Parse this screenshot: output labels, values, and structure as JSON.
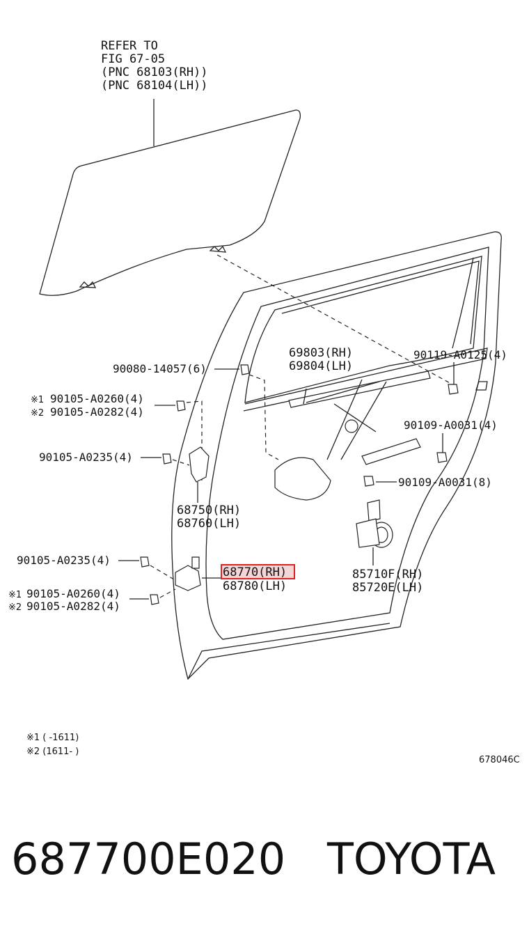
{
  "refer_note": [
    "REFER TO",
    "FIG 67-05",
    "(PNC 68103(RH))",
    "(PNC 68104(LH))"
  ],
  "labels": {
    "p90080": "90080-14057(6)",
    "p90105_a0260_top_mark": "※1",
    "p90105_a0260_top": "90105-A0260(4)",
    "p90105_a0282_top_mark": "※2",
    "p90105_a0282_top": "90105-A0282(4)",
    "p90105_a0235_top": "90105-A0235(4)",
    "p68750": "68750(RH)",
    "p68760": "68760(LH)",
    "p90105_a0235_bottom": "90105-A0235(4)",
    "p68770": "68770(RH)",
    "p68780": "68780(LH)",
    "p90105_a0260_bottom_mark": "※1",
    "p90105_a0260_bottom": "90105-A0260(4)",
    "p90105_a0282_bottom_mark": "※2",
    "p90105_a0282_bottom": "90105-A0282(4)",
    "p69803": "69803(RH)",
    "p69804": "69804(LH)",
    "p90119": "90119-A0125(4)",
    "p90109_4": "90109-A0031(4)",
    "p90109_8": "90109-A0031(8)",
    "p85710": "85710F(RH)",
    "p85720": "85720E(LH)"
  },
  "footnotes": [
    "※1 (       -1611)",
    "※2 (1611-       )"
  ],
  "figure_code": "678046C",
  "part_number": "687700E020",
  "brand": "TOYOTA",
  "highlight_color": "#d22222"
}
